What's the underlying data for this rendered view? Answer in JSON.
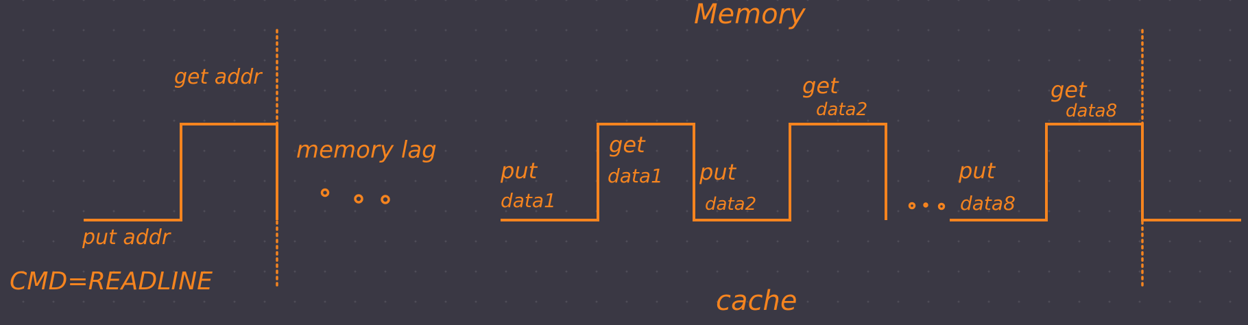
{
  "labels": {
    "memory_side": "Memory",
    "cache_side": "cache",
    "command": "CMD=READLINE",
    "put_addr": "put addr",
    "get_addr": "get addr",
    "memory_lag": "memory lag",
    "put_data1_a": "put",
    "put_data1_b": "data1",
    "get_data1_a": "get",
    "get_data1_b": "data1",
    "put_data2_a": "put",
    "put_data2_b": "data2",
    "get_data2_a": "get",
    "get_data2_b": "data2",
    "put_data8_a": "put",
    "put_data8_b": "data8",
    "get_data8_a": "get",
    "get_data8_b": "data8"
  },
  "colors": {
    "background": "#3a3844",
    "ink": "#f5841f"
  }
}
